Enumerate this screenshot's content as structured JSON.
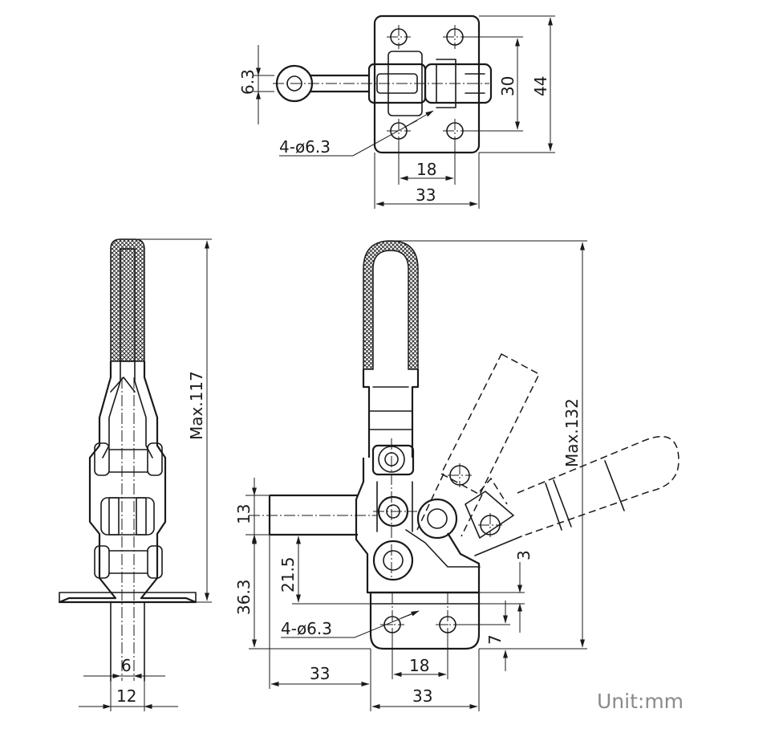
{
  "dimensions": {
    "top_view": {
      "hole_dia": "6.3",
      "holes": "4-ø6.3",
      "hole_spacing_v": "30",
      "base_height": "44",
      "hole_spacing_h": "18",
      "base_width": "33"
    },
    "side_view": {
      "max_height": "Max.117",
      "slot_width": "6",
      "base_width": "12"
    },
    "front_view": {
      "max_height": "Max.132",
      "bar_height": "13",
      "reach": "36.3",
      "pivot_height": "21.5",
      "holes": "4-ø6.3",
      "base_thickness": "3",
      "hole_offset": "7",
      "spindle_offset": "33",
      "hole_spacing": "18",
      "base_width": "33"
    }
  },
  "unit_label": "Unit:mm"
}
